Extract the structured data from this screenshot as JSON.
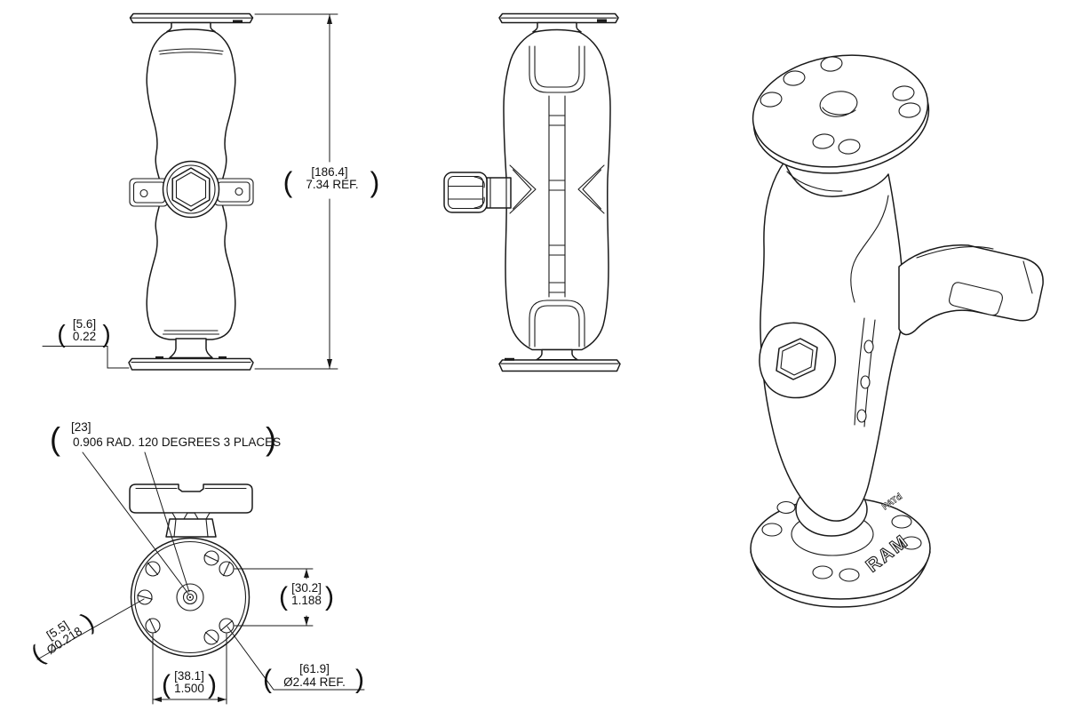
{
  "drawing": {
    "description": "Technical multi-view drawing of ball-and-socket double-arm mount with two round bases",
    "colors": {
      "line": "#1a1a1a",
      "background": "#ffffff"
    }
  },
  "punctuation": {
    "open_paren": "(",
    "close_paren": ")"
  },
  "annotations": {
    "overall_height": {
      "metric": "[186.4]",
      "imperial": "7.34 REF."
    },
    "plate_thickness": {
      "metric": "[5.6]",
      "imperial": "0.22"
    },
    "hole_pattern_note": {
      "metric": "[23]",
      "imperial": "0.906 RAD. 120 DEGREES 3 PLACES"
    },
    "hole_spacing_height": {
      "metric": "[30.2]",
      "imperial": "1.188"
    },
    "screw_hole_diameter": {
      "metric": "[5.5]",
      "imperial": "Ø0.218"
    },
    "hole_spacing_width": {
      "metric": "[38.1]",
      "imperial": "1.500"
    },
    "base_diameter": {
      "metric": "[61.9]",
      "imperial": "Ø2.44 REF."
    }
  },
  "isometric_view": {
    "brand_text": "RAM",
    "patent_text": "PATd"
  }
}
